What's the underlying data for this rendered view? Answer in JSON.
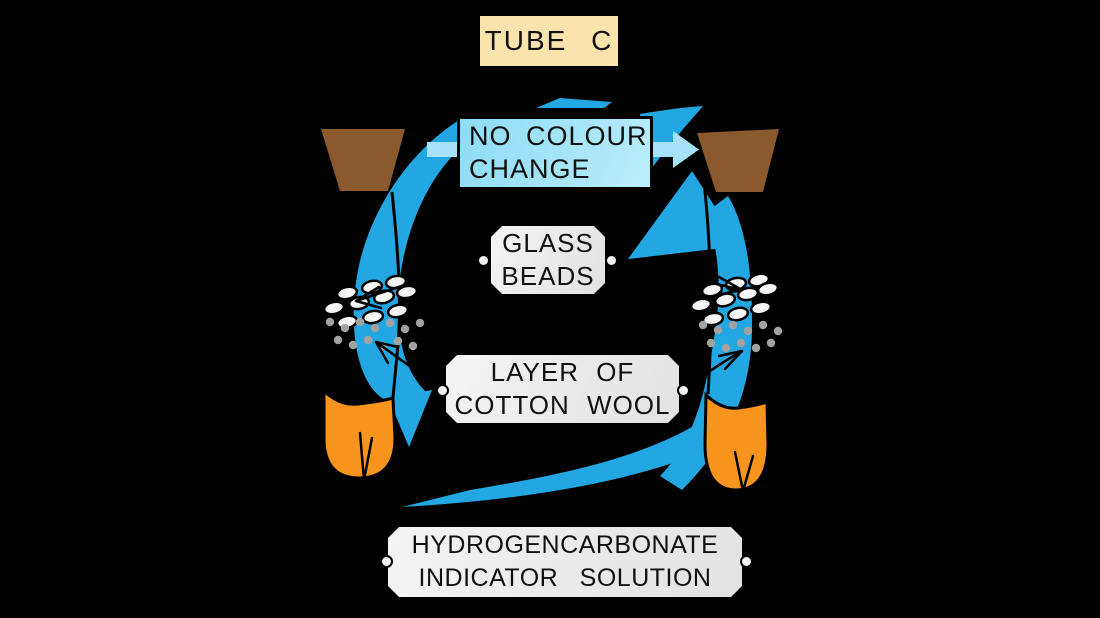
{
  "labels": {
    "tube_c": "TUBE C",
    "no_colour_change_line1": "NO COLOUR",
    "no_colour_change_line2": "CHANGE",
    "glass_beads_line1": "GLASS",
    "glass_beads_line2": "BEADS",
    "cotton_wool_line1": "LAYER OF",
    "cotton_wool_line2": "COTTON WOOL",
    "indicator_line1": "HYDROGENCARBONATE",
    "indicator_line2": "INDICATOR SOLUTION"
  },
  "colors": {
    "background": "#000000",
    "flow_arrow_blue": "#22a7e2",
    "light_arrow_blue": "#a6e3f8",
    "result_box_blue": "#9ce0f7",
    "tube_label_cream": "#fbe3ae",
    "bung_brown": "#8a5a2e",
    "indicator_orange": "#f7941e",
    "label_tag_grey": "#ebebeb",
    "bead_white": "#f6f6f6",
    "wool_dot_grey": "#a2a2a2",
    "outline_black": "#000000"
  },
  "icons": {
    "top_flow": "right-arrow-icon",
    "circulation": "circular-flow-arrows-icon",
    "label_connectors": "eyelet-pin-icon"
  }
}
